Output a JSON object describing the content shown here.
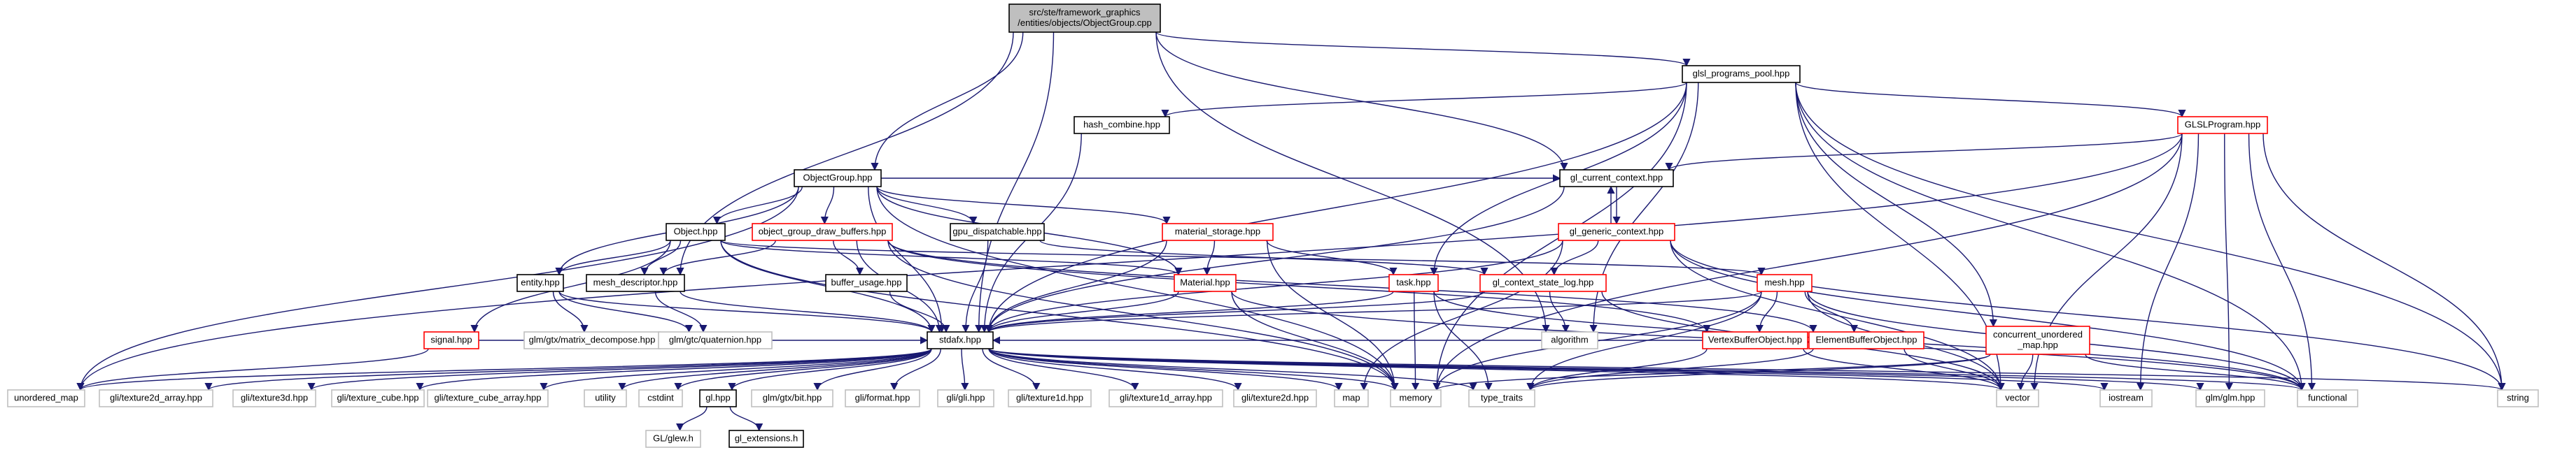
{
  "graph": {
    "colors": {
      "edge": "#191970",
      "border_normal": "#000000",
      "border_documented": "#ff0000",
      "border_external": "#bfbfbf",
      "root_fill": "#bfbfbf",
      "fill": "#ffffff",
      "text": "#000000"
    },
    "nodes": [
      {
        "id": "root",
        "lines": [
          "src/ste/framework_graphics",
          "/entities/objects/ObjectGroup.cpp"
        ],
        "style": "root"
      },
      {
        "id": "glsl_programs_pool",
        "lines": [
          "glsl_programs_pool.hpp"
        ],
        "style": "normal"
      },
      {
        "id": "hash_combine",
        "lines": [
          "hash_combine.hpp"
        ],
        "style": "normal"
      },
      {
        "id": "GLSLProgram",
        "lines": [
          "GLSLProgram.hpp"
        ],
        "style": "red"
      },
      {
        "id": "ObjectGroup",
        "lines": [
          "ObjectGroup.hpp"
        ],
        "style": "normal"
      },
      {
        "id": "gl_current_context",
        "lines": [
          "gl_current_context.hpp"
        ],
        "style": "normal"
      },
      {
        "id": "Object",
        "lines": [
          "Object.hpp"
        ],
        "style": "normal"
      },
      {
        "id": "object_group_draw_buffers",
        "lines": [
          "object_group_draw_buffers.hpp"
        ],
        "style": "red"
      },
      {
        "id": "gpu_dispatchable",
        "lines": [
          "gpu_dispatchable.hpp"
        ],
        "style": "normal"
      },
      {
        "id": "material_storage",
        "lines": [
          "material_storage.hpp"
        ],
        "style": "red"
      },
      {
        "id": "gl_generic_context",
        "lines": [
          "gl_generic_context.hpp"
        ],
        "style": "red"
      },
      {
        "id": "entity",
        "lines": [
          "entity.hpp"
        ],
        "style": "normal"
      },
      {
        "id": "mesh_descriptor",
        "lines": [
          "mesh_descriptor.hpp"
        ],
        "style": "normal"
      },
      {
        "id": "buffer_usage",
        "lines": [
          "buffer_usage.hpp"
        ],
        "style": "normal"
      },
      {
        "id": "Material",
        "lines": [
          "Material.hpp"
        ],
        "style": "red"
      },
      {
        "id": "task",
        "lines": [
          "task.hpp"
        ],
        "style": "red"
      },
      {
        "id": "gl_context_state_log",
        "lines": [
          "gl_context_state_log.hpp"
        ],
        "style": "red"
      },
      {
        "id": "mesh",
        "lines": [
          "mesh.hpp"
        ],
        "style": "red"
      },
      {
        "id": "signal",
        "lines": [
          "signal.hpp"
        ],
        "style": "red"
      },
      {
        "id": "glm_matrix_decompose",
        "lines": [
          "glm/gtx/matrix_decompose.hpp"
        ],
        "style": "gray"
      },
      {
        "id": "glm_quaternion",
        "lines": [
          "glm/gtc/quaternion.hpp"
        ],
        "style": "gray"
      },
      {
        "id": "stdafx",
        "lines": [
          "stdafx.hpp"
        ],
        "style": "normal"
      },
      {
        "id": "algorithm",
        "lines": [
          "algorithm"
        ],
        "style": "gray"
      },
      {
        "id": "VertexBufferObject",
        "lines": [
          "VertexBufferObject.hpp"
        ],
        "style": "red"
      },
      {
        "id": "ElementBufferObject",
        "lines": [
          "ElementBufferObject.hpp"
        ],
        "style": "red"
      },
      {
        "id": "concurrent_unordered_map",
        "lines": [
          "concurrent_unordered",
          "_map.hpp"
        ],
        "style": "red"
      },
      {
        "id": "unordered_map",
        "lines": [
          "unordered_map"
        ],
        "style": "gray"
      },
      {
        "id": "gli_texture2d_array",
        "lines": [
          "gli/texture2d_array.hpp"
        ],
        "style": "gray"
      },
      {
        "id": "gli_texture3d",
        "lines": [
          "gli/texture3d.hpp"
        ],
        "style": "gray"
      },
      {
        "id": "gli_texture_cube",
        "lines": [
          "gli/texture_cube.hpp"
        ],
        "style": "gray"
      },
      {
        "id": "gli_texture_cube_array",
        "lines": [
          "gli/texture_cube_array.hpp"
        ],
        "style": "gray"
      },
      {
        "id": "utility",
        "lines": [
          "utility"
        ],
        "style": "gray"
      },
      {
        "id": "cstdint",
        "lines": [
          "cstdint"
        ],
        "style": "gray"
      },
      {
        "id": "gl_hpp",
        "lines": [
          "gl.hpp"
        ],
        "style": "normal"
      },
      {
        "id": "glm_bit",
        "lines": [
          "glm/gtx/bit.hpp"
        ],
        "style": "gray"
      },
      {
        "id": "gli_format",
        "lines": [
          "gli/format.hpp"
        ],
        "style": "gray"
      },
      {
        "id": "gli_gli",
        "lines": [
          "gli/gli.hpp"
        ],
        "style": "gray"
      },
      {
        "id": "gli_texture1d",
        "lines": [
          "gli/texture1d.hpp"
        ],
        "style": "gray"
      },
      {
        "id": "gli_texture1d_array",
        "lines": [
          "gli/texture1d_array.hpp"
        ],
        "style": "gray"
      },
      {
        "id": "gli_texture2d",
        "lines": [
          "gli/texture2d.hpp"
        ],
        "style": "gray"
      },
      {
        "id": "map",
        "lines": [
          "map"
        ],
        "style": "gray"
      },
      {
        "id": "memory",
        "lines": [
          "memory"
        ],
        "style": "gray"
      },
      {
        "id": "type_traits",
        "lines": [
          "type_traits"
        ],
        "style": "gray"
      },
      {
        "id": "vector",
        "lines": [
          "vector"
        ],
        "style": "gray"
      },
      {
        "id": "iostream",
        "lines": [
          "iostream"
        ],
        "style": "gray"
      },
      {
        "id": "glm_glm",
        "lines": [
          "glm/glm.hpp"
        ],
        "style": "gray"
      },
      {
        "id": "functional",
        "lines": [
          "functional"
        ],
        "style": "gray"
      },
      {
        "id": "string",
        "lines": [
          "string"
        ],
        "style": "gray"
      },
      {
        "id": "GL_glew",
        "lines": [
          "GL/glew.h"
        ],
        "style": "gray"
      },
      {
        "id": "gl_extensions",
        "lines": [
          "gl_extensions.h"
        ],
        "style": "normal"
      }
    ],
    "edges": [
      [
        "root",
        "glsl_programs_pool"
      ],
      [
        "root",
        "ObjectGroup"
      ],
      [
        "root",
        "gl_current_context"
      ],
      [
        "root",
        "mesh_descriptor"
      ],
      [
        "root",
        "stdafx"
      ],
      [
        "root",
        "algorithm"
      ],
      [
        "glsl_programs_pool",
        "hash_combine"
      ],
      [
        "glsl_programs_pool",
        "GLSLProgram"
      ],
      [
        "glsl_programs_pool",
        "stdafx"
      ],
      [
        "glsl_programs_pool",
        "task"
      ],
      [
        "glsl_programs_pool",
        "concurrent_unordered_map"
      ],
      [
        "glsl_programs_pool",
        "memory"
      ],
      [
        "glsl_programs_pool",
        "string"
      ],
      [
        "glsl_programs_pool",
        "vector"
      ],
      [
        "glsl_programs_pool",
        "functional"
      ],
      [
        "glsl_programs_pool",
        "algorithm"
      ],
      [
        "hash_combine",
        "stdafx"
      ],
      [
        "GLSLProgram",
        "gl_current_context"
      ],
      [
        "GLSLProgram",
        "unordered_map"
      ],
      [
        "GLSLProgram",
        "vector"
      ],
      [
        "GLSLProgram",
        "string"
      ],
      [
        "GLSLProgram",
        "functional"
      ],
      [
        "GLSLProgram",
        "iostream"
      ],
      [
        "GLSLProgram",
        "glm_glm"
      ],
      [
        "GLSLProgram",
        "memory"
      ],
      [
        "ObjectGroup",
        "Object"
      ],
      [
        "ObjectGroup",
        "object_group_draw_buffers"
      ],
      [
        "ObjectGroup",
        "gpu_dispatchable"
      ],
      [
        "ObjectGroup",
        "material_storage"
      ],
      [
        "ObjectGroup",
        "entity"
      ],
      [
        "ObjectGroup",
        "stdafx"
      ],
      [
        "ObjectGroup",
        "gl_current_context"
      ],
      [
        "ObjectGroup",
        "Material"
      ],
      [
        "ObjectGroup",
        "unordered_map"
      ],
      [
        "ObjectGroup",
        "memory"
      ],
      [
        "gl_current_context",
        "gl_generic_context"
      ],
      [
        "gl_current_context",
        "stdafx"
      ],
      [
        "gl_generic_context",
        "gl_current_context"
      ],
      [
        "gl_generic_context",
        "gl_context_state_log"
      ],
      [
        "gl_generic_context",
        "map"
      ],
      [
        "gl_generic_context",
        "vector"
      ],
      [
        "gl_generic_context",
        "functional"
      ],
      [
        "gl_generic_context",
        "string"
      ],
      [
        "gl_generic_context",
        "stdafx"
      ],
      [
        "Object",
        "entity"
      ],
      [
        "Object",
        "mesh_descriptor"
      ],
      [
        "Object",
        "signal"
      ],
      [
        "Object",
        "stdafx"
      ],
      [
        "Object",
        "mesh"
      ],
      [
        "Object",
        "Material"
      ],
      [
        "Object",
        "memory"
      ],
      [
        "object_group_draw_buffers",
        "buffer_usage"
      ],
      [
        "object_group_draw_buffers",
        "stdafx"
      ],
      [
        "object_group_draw_buffers",
        "mesh_descriptor"
      ],
      [
        "object_group_draw_buffers",
        "VertexBufferObject"
      ],
      [
        "object_group_draw_buffers",
        "ElementBufferObject"
      ],
      [
        "object_group_draw_buffers",
        "memory"
      ],
      [
        "gpu_dispatchable",
        "stdafx"
      ],
      [
        "gpu_dispatchable",
        "gl_context_state_log"
      ],
      [
        "material_storage",
        "Material"
      ],
      [
        "material_storage",
        "stdafx"
      ],
      [
        "material_storage",
        "memory"
      ],
      [
        "material_storage",
        "task"
      ],
      [
        "entity",
        "stdafx"
      ],
      [
        "entity",
        "glm_matrix_decompose"
      ],
      [
        "entity",
        "glm_quaternion"
      ],
      [
        "mesh_descriptor",
        "stdafx"
      ],
      [
        "mesh_descriptor",
        "glm_quaternion"
      ],
      [
        "buffer_usage",
        "stdafx"
      ],
      [
        "Material",
        "stdafx"
      ],
      [
        "Material",
        "memory"
      ],
      [
        "Material",
        "functional"
      ],
      [
        "task",
        "stdafx"
      ],
      [
        "task",
        "memory"
      ],
      [
        "task",
        "type_traits"
      ],
      [
        "task",
        "functional"
      ],
      [
        "gl_context_state_log",
        "algorithm"
      ],
      [
        "gl_context_state_log",
        "stdafx"
      ],
      [
        "gl_context_state_log",
        "vector"
      ],
      [
        "mesh",
        "VertexBufferObject"
      ],
      [
        "mesh",
        "ElementBufferObject"
      ],
      [
        "mesh",
        "stdafx"
      ],
      [
        "mesh",
        "memory"
      ],
      [
        "mesh",
        "vector"
      ],
      [
        "mesh",
        "type_traits"
      ],
      [
        "mesh",
        "functional"
      ],
      [
        "signal",
        "stdafx"
      ],
      [
        "signal",
        "unordered_map"
      ],
      [
        "VertexBufferObject",
        "stdafx"
      ],
      [
        "VertexBufferObject",
        "type_traits"
      ],
      [
        "VertexBufferObject",
        "vector"
      ],
      [
        "ElementBufferObject",
        "type_traits"
      ],
      [
        "ElementBufferObject",
        "vector"
      ],
      [
        "concurrent_unordered_map",
        "memory"
      ],
      [
        "concurrent_unordered_map",
        "vector"
      ],
      [
        "concurrent_unordered_map",
        "functional"
      ],
      [
        "concurrent_unordered_map",
        "type_traits"
      ],
      [
        "stdafx",
        "unordered_map"
      ],
      [
        "stdafx",
        "gli_texture2d_array"
      ],
      [
        "stdafx",
        "gli_texture3d"
      ],
      [
        "stdafx",
        "gli_texture_cube"
      ],
      [
        "stdafx",
        "gli_texture_cube_array"
      ],
      [
        "stdafx",
        "utility"
      ],
      [
        "stdafx",
        "cstdint"
      ],
      [
        "stdafx",
        "gl_hpp"
      ],
      [
        "stdafx",
        "glm_bit"
      ],
      [
        "stdafx",
        "gli_format"
      ],
      [
        "stdafx",
        "gli_gli"
      ],
      [
        "stdafx",
        "gli_texture1d"
      ],
      [
        "stdafx",
        "gli_texture1d_array"
      ],
      [
        "stdafx",
        "gli_texture2d"
      ],
      [
        "stdafx",
        "map"
      ],
      [
        "stdafx",
        "memory"
      ],
      [
        "stdafx",
        "type_traits"
      ],
      [
        "stdafx",
        "vector"
      ],
      [
        "stdafx",
        "iostream"
      ],
      [
        "stdafx",
        "glm_glm"
      ],
      [
        "stdafx",
        "functional"
      ],
      [
        "stdafx",
        "string"
      ],
      [
        "gl_hpp",
        "GL_glew"
      ],
      [
        "gl_hpp",
        "gl_extensions"
      ]
    ]
  }
}
